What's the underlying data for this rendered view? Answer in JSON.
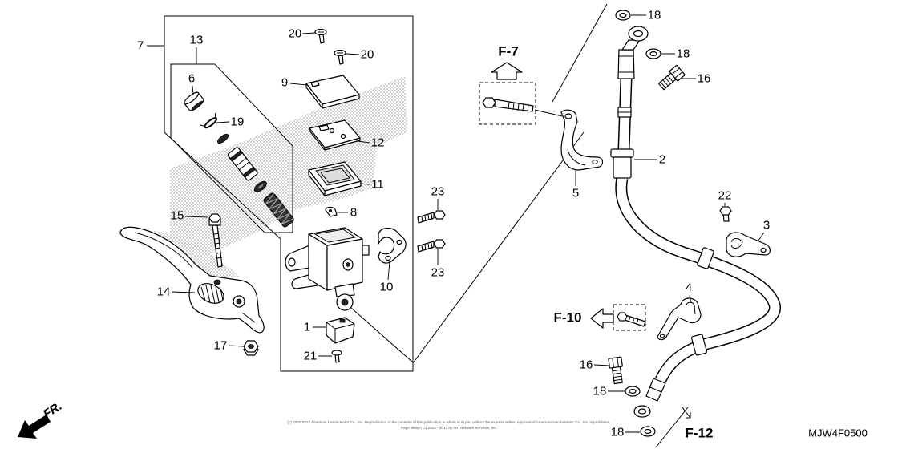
{
  "callouts": [
    "7",
    "13",
    "6",
    "19",
    "20",
    "20",
    "9",
    "12",
    "11",
    "8",
    "15",
    "14",
    "17",
    "10",
    "1",
    "21",
    "23",
    "23",
    "18",
    "18",
    "16",
    "2",
    "5",
    "22",
    "3",
    "4",
    "16",
    "18",
    "18"
  ],
  "section_refs": {
    "f7": "F-7",
    "f10": "F-10",
    "f12": "F-12"
  },
  "direction_label": "FR.",
  "diagram_code": "MJW4F0500",
  "copyright": {
    "line1": "(c) 2003-2017 American Honda Motor Co., Inc. Reproduction of the contents of this publication in whole or in part without the express written approval of American Honda Motor Co., Inc. is prohibited.",
    "line2": "Page design (c) 2004 - 2017 by ARI Network Services, Inc."
  }
}
